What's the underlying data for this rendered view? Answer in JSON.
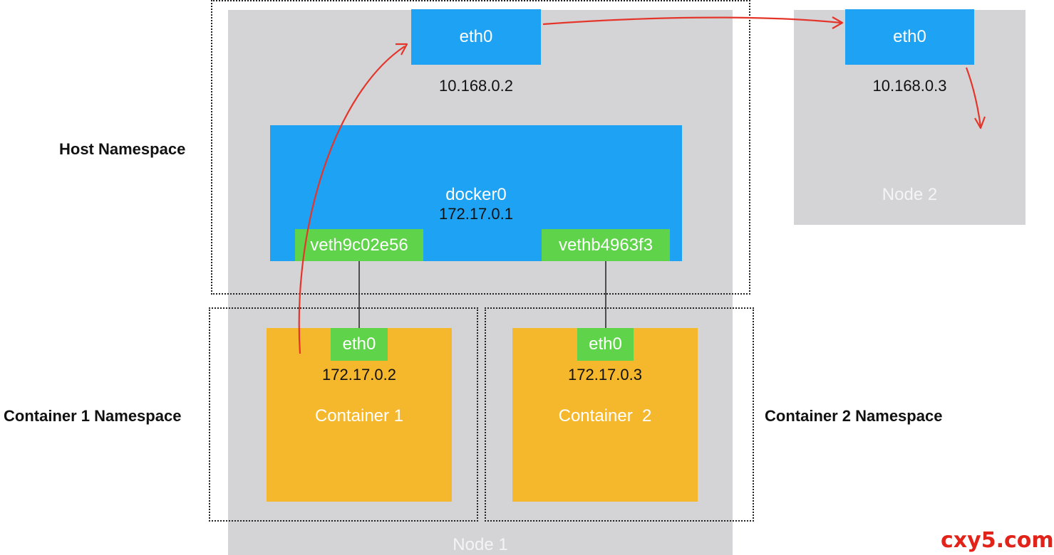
{
  "node1": {
    "label": "Node 1",
    "host_eth": {
      "name": "eth0",
      "ip": "10.168.0.2"
    },
    "bridge": {
      "name": "docker0",
      "ip": "172.17.0.1"
    },
    "veth_left": "veth9c02e56",
    "veth_right": "vethb4963f3"
  },
  "node2": {
    "label": "Node 2",
    "eth": {
      "name": "eth0",
      "ip": "10.168.0.3"
    }
  },
  "containers": [
    {
      "name": "Container 1",
      "eth": "eth0",
      "ip": "172.17.0.2"
    },
    {
      "name": "Container  2",
      "eth": "eth0",
      "ip": "172.17.0.3"
    }
  ],
  "namespaces": {
    "host": "Host Namespace",
    "container1": "Container 1 Namespace",
    "container2": "Container 2 Namespace"
  },
  "watermark": "cxy5.com",
  "colors": {
    "node_bg": "#d4d4d6",
    "interface_blue": "#1ea2f3",
    "veth_green": "#5fd44a",
    "container_yellow": "#f5b72c",
    "arrow_red": "#e5352b"
  }
}
